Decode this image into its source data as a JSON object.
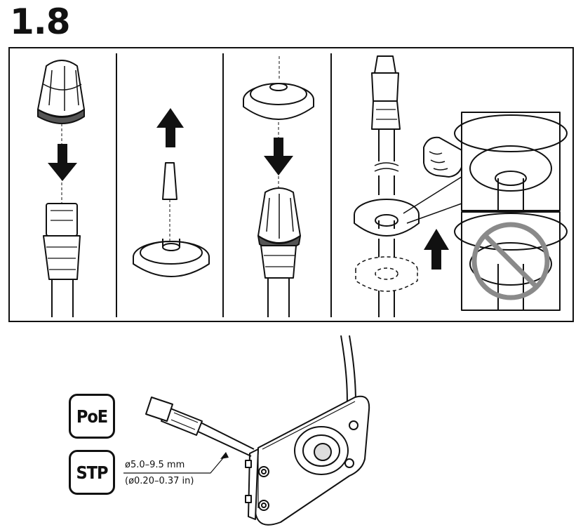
{
  "step": {
    "number": "1.8"
  },
  "badges": {
    "poe": "PoE",
    "stp": "STP"
  },
  "cable_spec": {
    "diameter_mm": "ø5.0–9.5 mm",
    "diameter_in": "(ø0.20–0.37 in)"
  },
  "icons": {
    "panel_1": "cap-onto-rj45-arrow-down",
    "panel_2": "remove-plug-arrow-up",
    "panel_3": "grommet-onto-cap-arrow-down",
    "panel_4": "push-gasket-up-cable",
    "prohibited": "prohibited-icon"
  }
}
